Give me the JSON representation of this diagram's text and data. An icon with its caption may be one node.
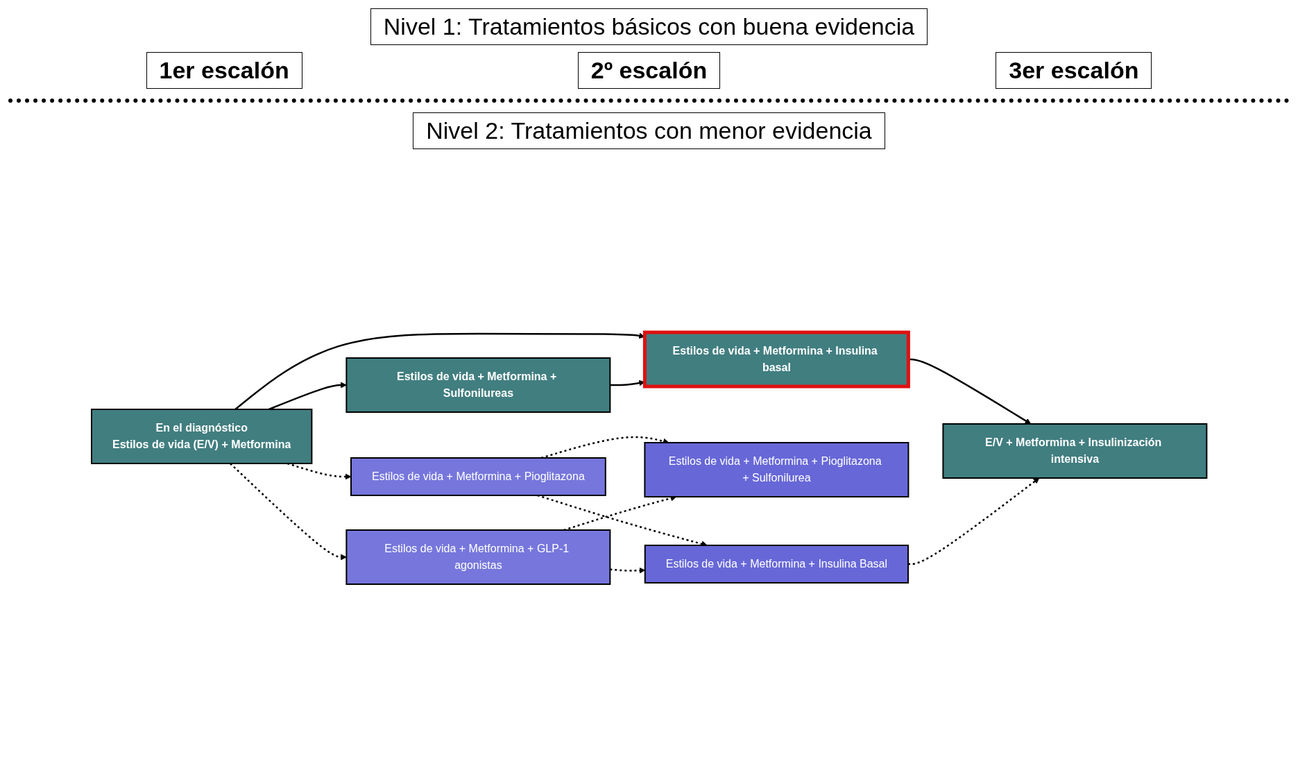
{
  "diagram": {
    "nodes": [
      {
        "text": [
          "En el diagnóstico",
          "Estilos de vida (E/V) + Metformina"
        ]
      },
      {
        "text": [
          "Estilos de vida + Metformina + Insulina basal"
        ]
      },
      {
        "text": [
          "Estilos de vida + Metformina + Sulfonilureas"
        ]
      },
      {
        "text": [
          "E/V + Metformina + Insulinización intensiva"
        ]
      },
      {
        "text": [
          "Estilos de vida + Metformina + Pioglitazona"
        ]
      },
      {
        "text": [
          "Estilos de vida + Metformina + GLP-1 agonistas"
        ]
      },
      {
        "text": [
          "Estilos de vida + Metformina + Pioglitazona + Sulfonilurea"
        ]
      },
      {
        "text": [
          "Estilos de vida + Metformina + Insulina Basal"
        ]
      }
    ],
    "edges": [
      {
        "from": 0,
        "to": 1,
        "arrow": "to"
      },
      {
        "from": 0,
        "to": 2,
        "arrow": "to"
      },
      {
        "from": 2,
        "to": 1,
        "arrow": "to"
      },
      {
        "from": 1,
        "to": 3,
        "arrow": "to"
      },
      {
        "from": 0,
        "to": 4,
        "arrow": "to",
        "style": "dashed"
      },
      {
        "from": 0,
        "to": 5,
        "arrow": "to",
        "style": "dashed"
      },
      {
        "from": 4,
        "to": 6,
        "arrow": "to",
        "style": "dashed"
      },
      {
        "from": 4,
        "to": 7,
        "arrow": "to",
        "style": "dashed"
      },
      {
        "from": 5,
        "to": 6,
        "arrow": "to",
        "style": "dashed"
      },
      {
        "from": 5,
        "to": 7,
        "arrow": "to",
        "style": "dashed"
      },
      {
        "from": 7,
        "to": 3,
        "arrow": "to",
        "style": "dashed"
      }
    ],
    "labels": [
      "Nivel 1: Tratamientos básicos con buena evidencia",
      "1er escalón",
      "2º escalón",
      "3er escalón",
      "Nivel 2: Tratamientos con menor evidencia"
    ]
  }
}
